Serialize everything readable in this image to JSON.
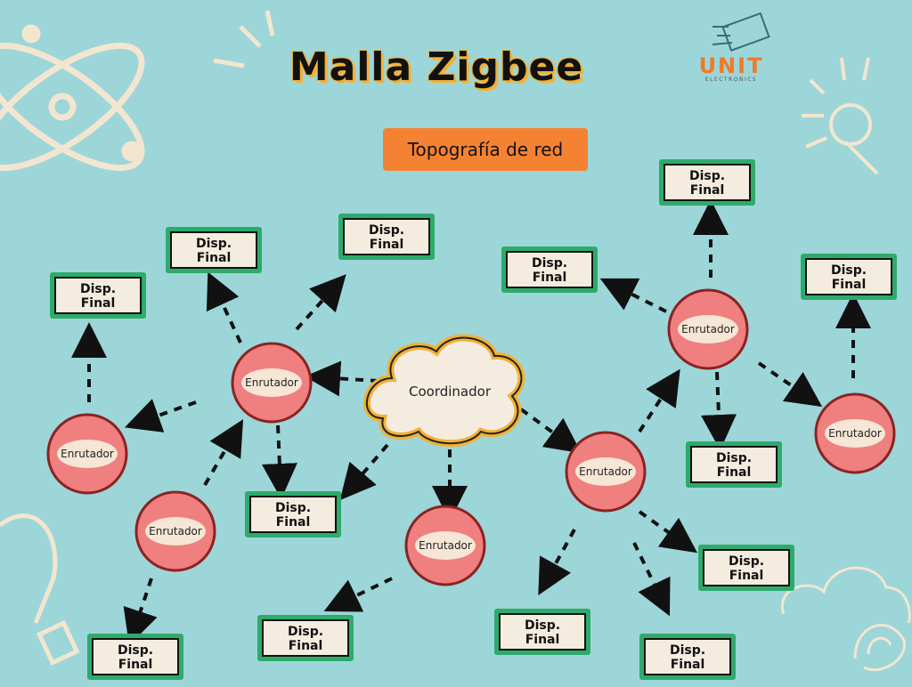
{
  "title": "Malla Zigbee",
  "subtitle": "Topografía de red",
  "brand": {
    "name": "UNIT",
    "tagline": "ELECTRONICS"
  },
  "coordinator_label": "Coordinador",
  "router_label": "Enrutador",
  "end_device_label_line1": "Disp.",
  "end_device_label_line2": "Final",
  "colors": {
    "background": "#9dd6d8",
    "router_fill": "#f07f7f",
    "router_inner": "#f6e6d6",
    "end_device_border": "#2eab6b",
    "end_device_fill": "#f4ecdf",
    "subtitle_bg": "#f58232",
    "coordinator_border": "#f2b134"
  }
}
